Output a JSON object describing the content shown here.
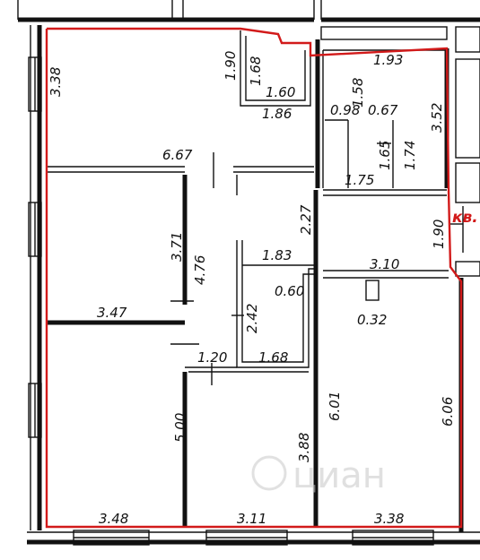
{
  "plan": {
    "apartment_label": "кв.",
    "watermark": "циан",
    "dimensions": {
      "room1_height": "3.38",
      "room1_width": "6.67",
      "niche_height": "1.90",
      "niche_inner_height": "1.68",
      "niche_width_top": "1.60",
      "niche_width_bottom": "1.86",
      "bath_top_width": "1.93",
      "bath_right_height": "3.52",
      "bath_height": "1.58",
      "bath_width_a": "0.98",
      "bath_width_b": "0.67",
      "bath_lower_a": "1.65",
      "bath_lower_b": "1.74",
      "bath_lower_width": "1.75",
      "entry_height": "1.90",
      "hall_width": "2.27",
      "left_room_height": "3.71",
      "hall_height": "4.76",
      "closet_width": "1.83",
      "closet_depth": "0.60",
      "hall_right_width": "3.10",
      "column_width": "0.32",
      "left_room_width": "3.47",
      "closet_height": "2.42",
      "hall_lower_width": "1.20",
      "closet_lower_width": "1.68",
      "bottom_left_height": "5.00",
      "right_room_left_height": "6.01",
      "right_room_right_height": "6.06",
      "middle_room_height": "3.88",
      "bottom_left_width": "3.48",
      "bottom_middle_width": "3.11",
      "bottom_right_width": "3.38"
    }
  }
}
